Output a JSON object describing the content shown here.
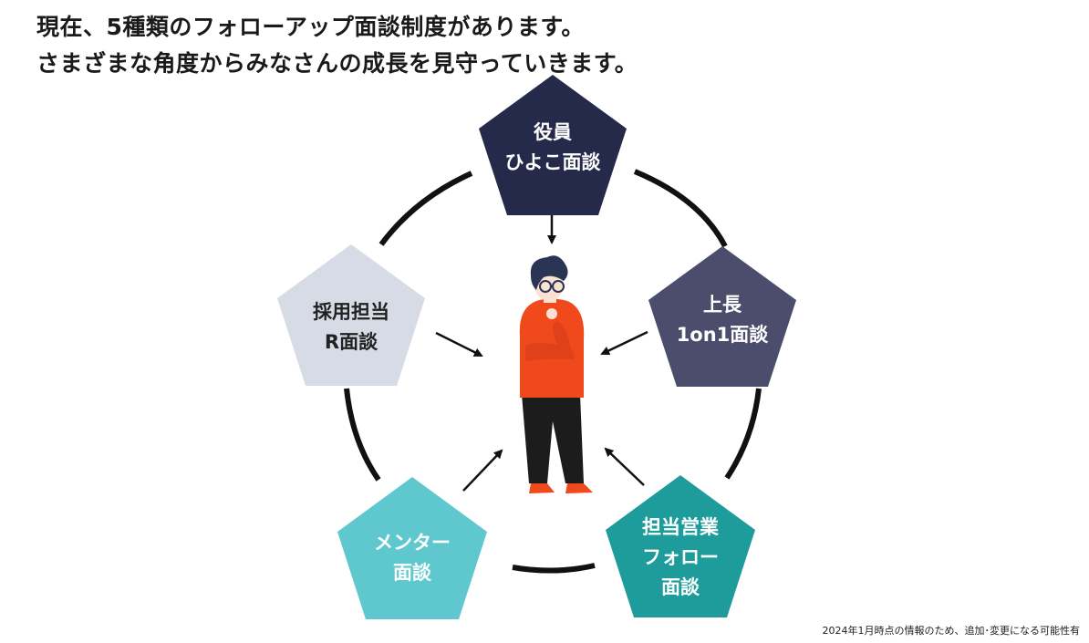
{
  "heading": {
    "line1": "現在、5種類のフォローアップ面談制度があります。",
    "line2": "さまざまな角度からみなさんの成長を見守っていきます。"
  },
  "nodes": [
    {
      "key": "officer",
      "lines": [
        "役員",
        "ひよこ面談"
      ],
      "color": "#262a4a",
      "text_color": "#ffffff"
    },
    {
      "key": "boss",
      "lines": [
        "上長",
        "1on1面談"
      ],
      "color": "#4c4d6c",
      "text_color": "#ffffff"
    },
    {
      "key": "sales",
      "lines": [
        "担当営業",
        "フォロー",
        "面談"
      ],
      "color": "#1d9c9b",
      "text_color": "#ffffff"
    },
    {
      "key": "mentor",
      "lines": [
        "メンター",
        "面談"
      ],
      "color": "#5ec8ce",
      "text_color": "#ffffff"
    },
    {
      "key": "recruit",
      "lines": [
        "採用担当",
        "R面談"
      ],
      "color": "#d6dbe5",
      "text_color": "#222222"
    }
  ],
  "colors": {
    "ring": "#111111",
    "shirt": "#f04a1c",
    "pants": "#1c1c1c",
    "hair": "#2a3556",
    "skin": "#fbe1d2"
  },
  "footnote": "2024年1月時点の情報のため、追加･変更になる可能性有"
}
